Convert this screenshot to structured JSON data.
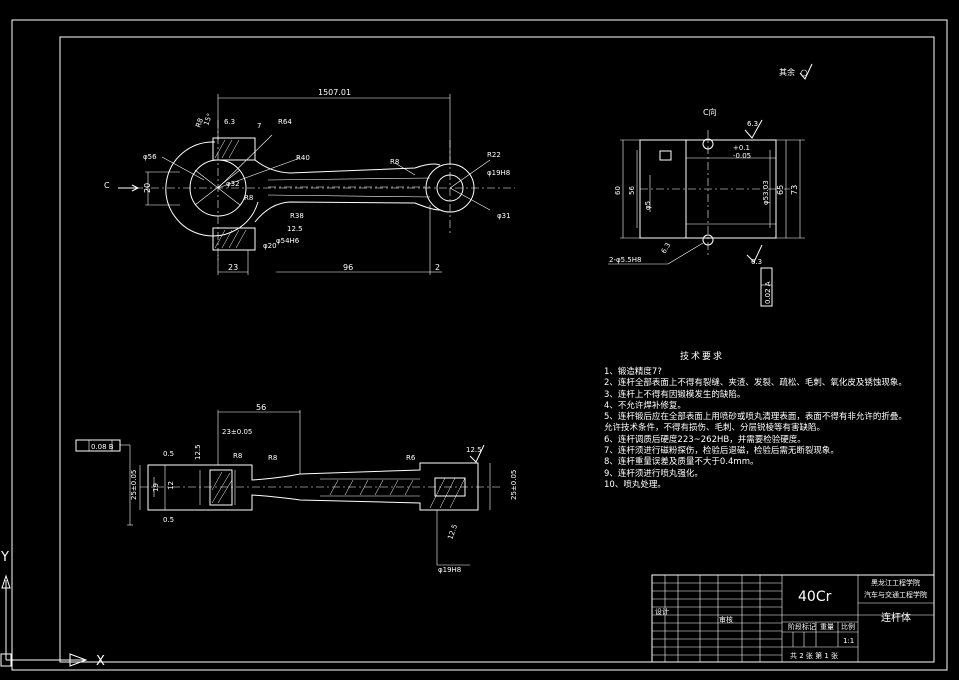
{
  "colors": {
    "background": "#000000",
    "lines": "#ffffff"
  },
  "roughness": {
    "label": "其余",
    "symbol": "check-icon"
  },
  "front_view": {
    "dims": {
      "overall_length": "1507.01",
      "r8_top": "R8",
      "ang_15": "15°",
      "r_6_3": "6.3",
      "seven": "7",
      "r64": "R64",
      "r40": "R40",
      "phi56": "φ56",
      "phi32": "φ32",
      "r8_mid": "R8",
      "r38": "R38",
      "r8_right": "R8",
      "r22": "R22",
      "phi19h8": "φ19H8",
      "phi31": "φ31",
      "twenty": "20",
      "c_arrow": "C",
      "phi54h6": "φ54H6",
      "r12_5": "12.5",
      "phi20": "φ20",
      "d23": "23",
      "d96": "96",
      "d2": "2"
    }
  },
  "c_view": {
    "title": "C向",
    "dims": {
      "r6_3": "6.3",
      "tol_1": "+0.1",
      "tol_2": "-0.05",
      "d60": "60",
      "d56": "56",
      "phi5": "φ5",
      "phi53": "φ53.03",
      "d65": "65",
      "d73": "73",
      "holes": "2-φ5.5H8",
      "r6_3b": "6.3",
      "r6_3c": "6.3",
      "tol_box": "0.02 A"
    }
  },
  "section_view": {
    "dims": {
      "d56": "56",
      "d23": "23±0.05",
      "flat": "0.08 B",
      "r0_5a": "0.5",
      "r12_5a": "12.5",
      "r8a": "R8",
      "r8b": "R8",
      "r6": "R6",
      "r12_5b": "12.5",
      "d19": "19",
      "d25": "25±0.05",
      "d12": "12",
      "r0_5b": "0.5",
      "d25b": "25±0.05",
      "r12_5c": "12.5",
      "phi19h8": "φ19H8"
    }
  },
  "notes": {
    "title": "技术要求",
    "items": [
      "1、锻造精度7?",
      "2、连杆全部表面上不得有裂缝、夹渣、发裂、疏松、毛刺、氧化皮及锈蚀现象。",
      "3、连杆上不得有因锻模发生的缺陷。",
      "4、不允许焊补修复。",
      "5、连杆锻后应在全部表面上用喷砂或喷丸清理表面，表面不得有非允许的折叠。",
      "允许技术条件，不得有损伤、毛刺、分层锐棱等有害缺陷。",
      "6、连杆调质后硬度223~262HB，并需要检验硬度。",
      "7、连杆须进行磁粉探伤，检验后退磁，检验后需无断裂现象。",
      "8、连杆重量误差及质量不大于0.4mm。",
      "9、连杆须进行喷丸强化。",
      "10、喷丸处理。"
    ]
  },
  "title_block": {
    "material": "40Cr",
    "school_line1": "黑龙江工程学院",
    "school_line2": "汽车与交通工程学院",
    "part_name": "连杆体",
    "design": "设计",
    "check": "审核",
    "stage_mark": "阶段标记",
    "weight": "重量",
    "scale": "比例",
    "scale_value": "1:1",
    "sheet": "共 2 张  第 1 张"
  },
  "ucs": {
    "x": "X",
    "y": "Y"
  }
}
